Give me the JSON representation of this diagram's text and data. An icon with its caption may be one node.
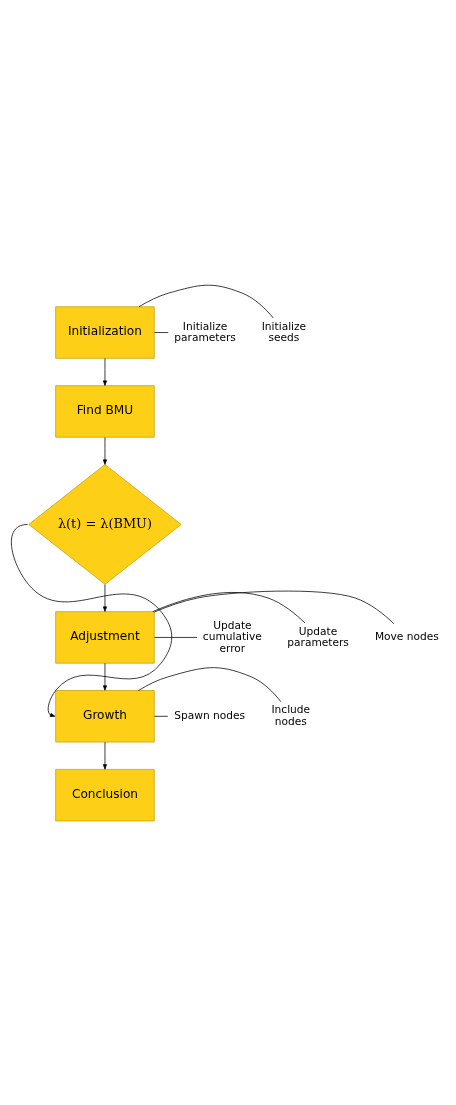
{
  "diagram": {
    "nodes": [
      {
        "text": [
          "Initialization"
        ]
      },
      {
        "text": [
          "Initialize parameters"
        ]
      },
      {
        "text": [
          "Initialize seeds"
        ]
      },
      {
        "text": [
          "Find BMU"
        ]
      },
      {
        "text": [
          "λ(t) = λ(BMU)"
        ]
      },
      {
        "text": [
          "Adjustment"
        ]
      },
      {
        "text": [
          "Update cumulative error"
        ]
      },
      {
        "text": [
          "Update parameters"
        ]
      },
      {
        "text": [
          "Move nodes"
        ]
      },
      {
        "text": [
          "Growth"
        ]
      },
      {
        "text": [
          "Spawn nodes"
        ]
      },
      {
        "text": [
          "Include nodes"
        ]
      },
      {
        "text": [
          "Conclusion"
        ]
      }
    ],
    "edges": [
      {
        "from": 0,
        "to": 1,
        "arrow": "none"
      },
      {
        "from": 0,
        "to": 2,
        "arrow": "none"
      },
      {
        "from": 0,
        "to": 3,
        "arrow": "to"
      },
      {
        "from": 3,
        "to": 4,
        "arrow": "to"
      },
      {
        "from": 4,
        "to": 5,
        "arrow": "to"
      },
      {
        "from": 5,
        "to": 6,
        "arrow": "none"
      },
      {
        "from": 5,
        "to": 7,
        "arrow": "none"
      },
      {
        "from": 5,
        "to": 8,
        "arrow": "none"
      },
      {
        "from": 5,
        "to": 9,
        "arrow": "to"
      },
      {
        "from": 4,
        "to": 9,
        "arrow": "to"
      },
      {
        "from": 9,
        "to": 10,
        "arrow": "none"
      },
      {
        "from": 9,
        "to": 11,
        "arrow": "none"
      },
      {
        "from": 9,
        "to": 12,
        "arrow": "to"
      }
    ]
  }
}
